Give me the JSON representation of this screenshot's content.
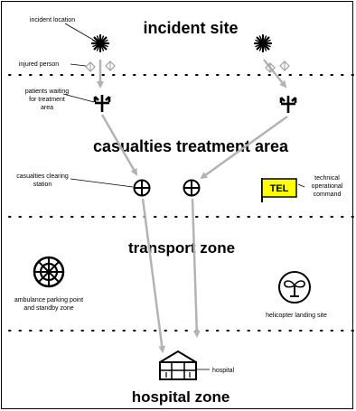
{
  "zones": {
    "incident_site": "incident site",
    "casualties_treatment_area": "casualties treatment area",
    "transport_zone": "transport zone",
    "hospital_zone": "hospital zone"
  },
  "labels": {
    "incident_location": "incident location",
    "injured_person": "injured person",
    "patients_waiting_1": "patients waiting",
    "patients_waiting_2": "for treatment",
    "patients_waiting_3": "area",
    "clearing_station_1": "casualties clearing",
    "clearing_station_2": "station",
    "tel_badge": "TEL",
    "tel_desc_1": "technical",
    "tel_desc_2": "operational",
    "tel_desc_3": "command",
    "ambulance_1": "ambulance parking point",
    "ambulance_2": "and standby zone",
    "helicopter": "helicopter landing site",
    "hospital": "hospital"
  },
  "colors": {
    "tel_fill": "#ffff00",
    "arrow": "#b3b3b3",
    "injured_symbol": "#a0a0a0"
  }
}
